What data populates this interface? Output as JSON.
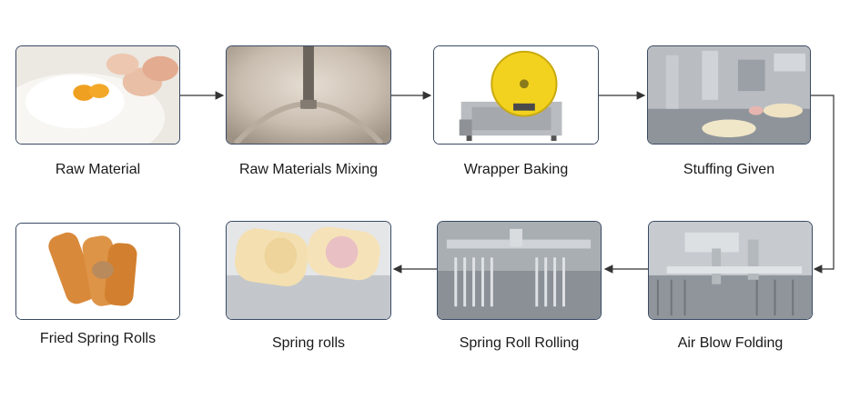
{
  "steps": [
    {
      "label": "Raw Material"
    },
    {
      "label": "Raw Materials Mixing"
    },
    {
      "label": "Wrapper Baking"
    },
    {
      "label": "Stuffing Given"
    },
    {
      "label": "Air Blow Folding"
    },
    {
      "label": "Spring Roll Rolling"
    },
    {
      "label": "Spring rolls"
    },
    {
      "label": "Fried Spring Rolls"
    }
  ],
  "colors": {
    "border": "#3a4a63",
    "arrow": "#333333",
    "steel": "#c9ccd0",
    "wrapper_wheel": "#f2d21e",
    "fried_roll": "#d9893a"
  }
}
